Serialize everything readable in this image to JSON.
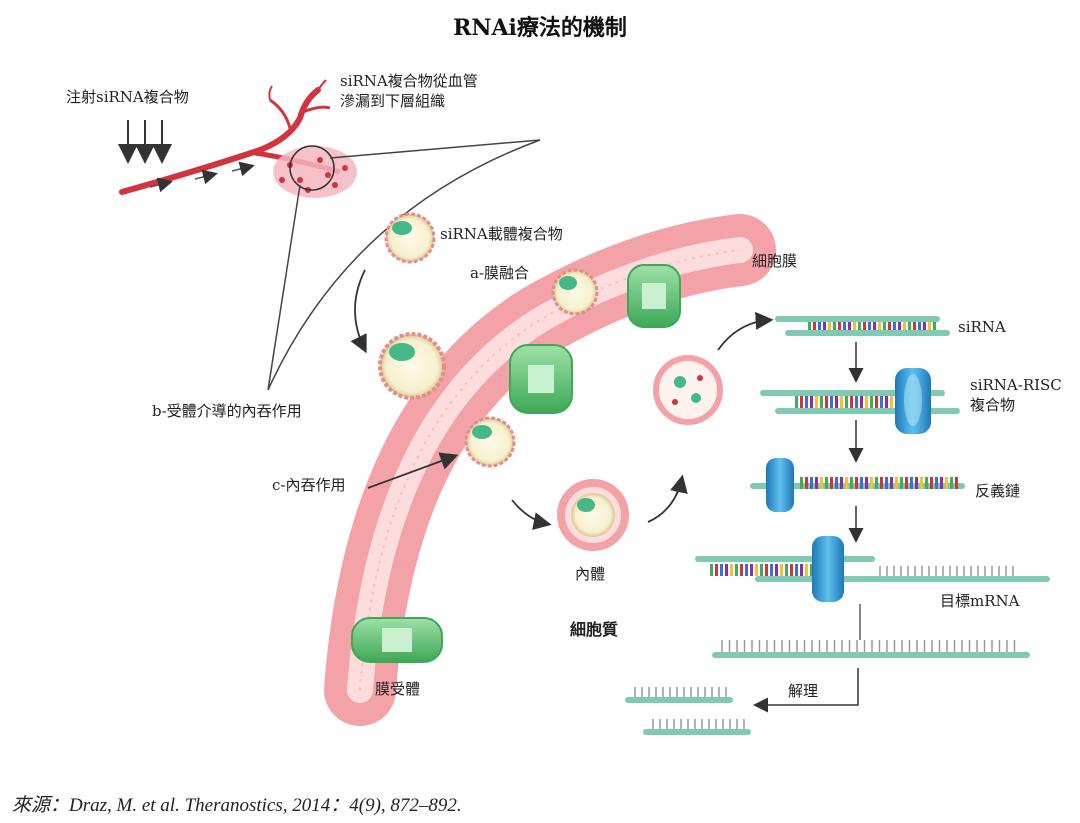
{
  "title": "RNAi療法的機制",
  "labels": {
    "inject": "注射siRNA複合物",
    "leak_line1": "siRNA複合物從血管",
    "leak_line2": "滲漏到下層組織",
    "carrier": "siRNA載體複合物",
    "fusion": "a-膜融合",
    "membrane": "細胞膜",
    "receptor_endo": "b-受體介導的內吞作用",
    "endo": "c-內吞作用",
    "endosome": "內體",
    "cytoplasm": "細胞質",
    "receptor": "膜受體",
    "sirna": "siRNA",
    "risc_line1": "siRNA-RISC",
    "risc_line2": "複合物",
    "antisense": "反義鏈",
    "target": "目標mRNA",
    "cleave": "解理"
  },
  "source": "來源：Draz, M. et al. Theranostics, 2014：4(9), 872–892.",
  "colors": {
    "vessel": "#d2343f",
    "tissue": "#f4b6c0",
    "membrane_outer": "#f3a3a8",
    "membrane_inner": "#fcdcdc",
    "receptor": "#5cc070",
    "strand": "#7fc9b5",
    "risc": "#3a9fd8"
  }
}
